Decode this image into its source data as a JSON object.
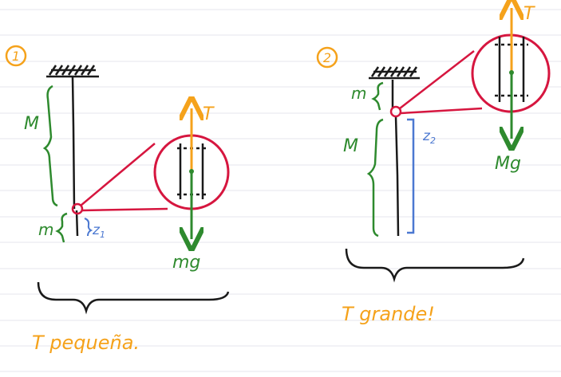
{
  "palette": {
    "ink": "#1a1a1a",
    "orange": "#f5a21b",
    "green": "#2e8a2e",
    "red": "#d6163f",
    "blue": "#4b78d1",
    "rule": "#e6e6ec"
  },
  "panel1": {
    "number": "1",
    "mass_big": "M",
    "mass_small": "m",
    "position": "z",
    "position_sub": "1",
    "force_up": "T",
    "force_down": "mg",
    "caption": "T pequeña."
  },
  "panel2": {
    "number": "2",
    "mass_small": "m",
    "mass_big": "M",
    "position": "z",
    "position_sub": "2",
    "force_up": "T",
    "force_down": "Mg",
    "caption": "T grande!"
  }
}
